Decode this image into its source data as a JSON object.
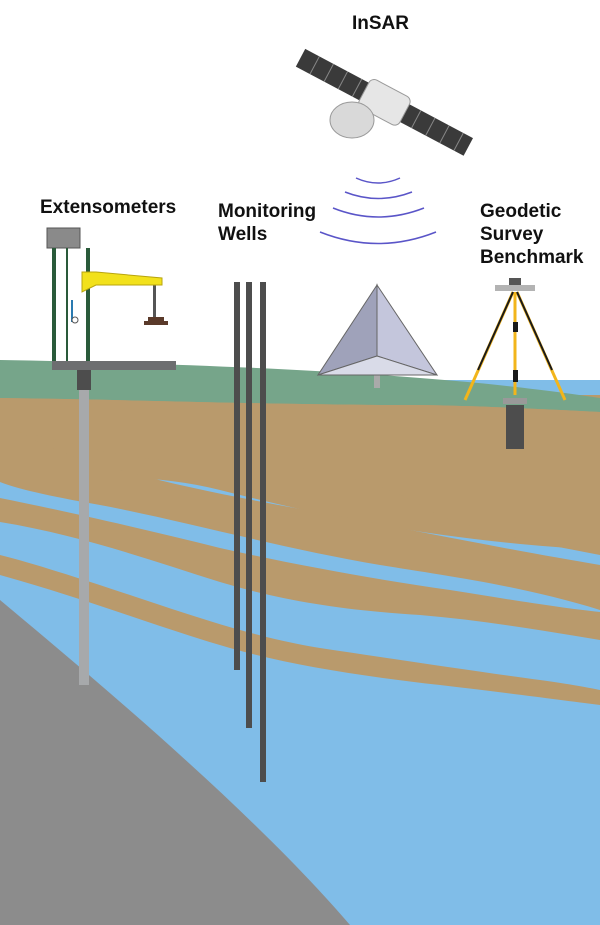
{
  "labels": {
    "insar": "InSAR",
    "extensometers": "Extensometers",
    "monitoring_wells": "Monitoring\nWells",
    "geodetic": "Geodetic\nSurvey\nBenchmark"
  },
  "colors": {
    "sky": "#ffffff",
    "ground_green": "#76a58a",
    "clay_tan": "#b99a6c",
    "aquifer_blue": "#80bde8",
    "bedrock_gray": "#8c8c8c",
    "well_casing": "#4d4d4d",
    "radar_wave": "#5a55c8",
    "tripod_yellow": "#f2b51b",
    "extensometer_yellow": "#f2e11b",
    "frame_green": "#2a5a3a"
  },
  "icons": [
    "satellite-icon",
    "radar-wave-icon",
    "corner-reflector-icon",
    "tripod-icon",
    "extensometer-icon",
    "well-icon"
  ]
}
